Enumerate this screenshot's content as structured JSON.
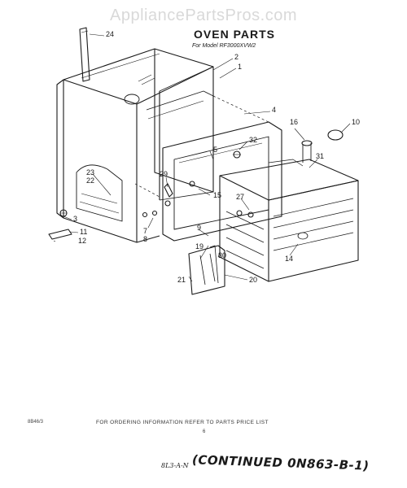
{
  "watermark": "AppliancePartsPros.com",
  "diagram": {
    "title": "OVEN PARTS",
    "subtitle": "For Model RF3000XVW2",
    "callouts": [
      "24",
      "2",
      "1",
      "4",
      "16",
      "10",
      "32",
      "5",
      "31",
      "29",
      "15",
      "23",
      "22",
      "27",
      "3",
      "11",
      "12",
      "7",
      "8",
      "9",
      "19",
      "30",
      "14",
      "21",
      "20"
    ]
  },
  "footer": {
    "doc_number": "8B46/3",
    "ordering_note": "FOR ORDERING INFORMATION REFER TO PARTS PRICE LIST",
    "page_number": "6",
    "handwritten_note": "8L3-A-N",
    "continued": "(CONTINUED 0N863-B-1)"
  }
}
